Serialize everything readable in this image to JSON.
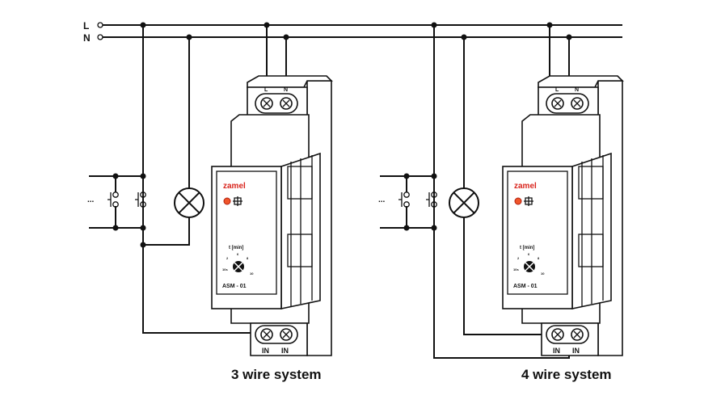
{
  "lines": {
    "l_label": "L",
    "n_label": "N"
  },
  "module": {
    "brand": "zamel",
    "model": "ASM - 01",
    "time_label": "t [min]",
    "dial_marks": [
      "2",
      "6",
      "8",
      "10s",
      "10"
    ],
    "top_terminals": [
      "L",
      "N"
    ],
    "bottom_terminals": [
      "IN",
      "IN"
    ],
    "brand_color": "#d9251d",
    "led_color": "#f0552a"
  },
  "systems": [
    {
      "caption": "3 wire system"
    },
    {
      "caption": "4 wire system"
    }
  ],
  "switch_ellipsis": "..."
}
